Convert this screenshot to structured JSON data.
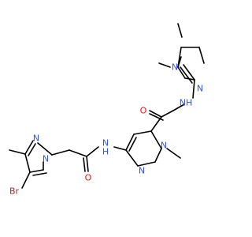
{
  "colors": {
    "bond": "#000000",
    "nitrogen": "#3050F8",
    "oxygen": "#FF0D0D",
    "bromine": "#A62929",
    "background": "#FFFFFF"
  },
  "atoms": {
    "br": "Br",
    "n1": "N",
    "n2": "N",
    "n3": "N",
    "n4": "N",
    "n5": "N",
    "n6": "N",
    "o1": "O",
    "o2": "O",
    "nh1": "NH",
    "nh2": "N",
    "h2": "H"
  }
}
